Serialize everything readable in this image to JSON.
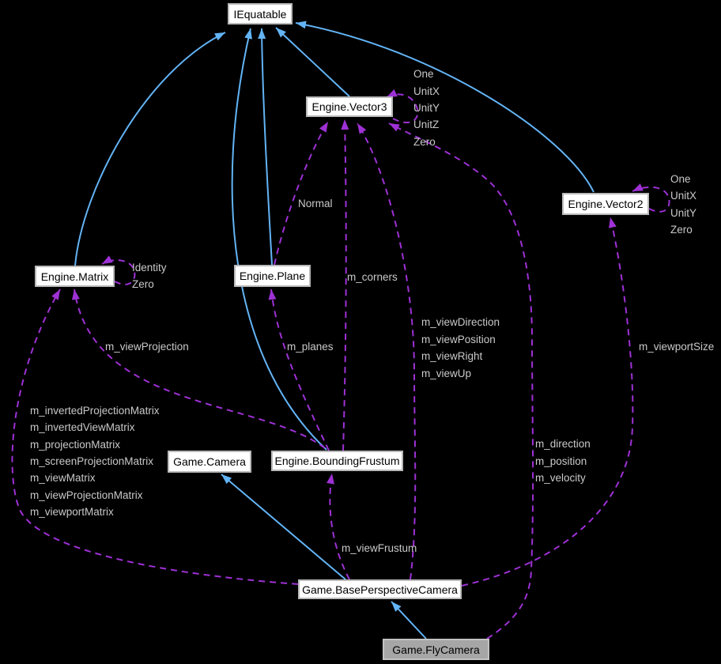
{
  "diagram": {
    "title": "Game.FlyCamera collaboration graph",
    "colors": {
      "background": "#000000",
      "inheritance_arrow": "#63b4f6",
      "usage_arrow": "#9e31d5",
      "edge_label_text": "#c9c9c9",
      "node_fill": "#ffffff",
      "node_border": "#b9b9b9",
      "node_text": "#000000",
      "focus_node_fill": "#a6a6a6"
    },
    "nodes": {
      "iequatable": {
        "label": "IEquatable"
      },
      "vector3": {
        "label": "Engine.Vector3"
      },
      "vector2": {
        "label": "Engine.Vector2"
      },
      "matrix": {
        "label": "Engine.Matrix"
      },
      "plane": {
        "label": "Engine.Plane"
      },
      "camera": {
        "label": "Game.Camera"
      },
      "boundingfrustum": {
        "label": "Engine.BoundingFrustum"
      },
      "baseperspectivecamera": {
        "label": "Game.BasePerspectiveCamera"
      },
      "flycamera": {
        "label": "Game.FlyCamera"
      }
    },
    "edge_labels": {
      "vector3_self": [
        "One",
        "UnitX",
        "UnitY",
        "UnitZ",
        "Zero"
      ],
      "vector2_self": [
        "One",
        "UnitX",
        "UnitY",
        "Zero"
      ],
      "matrix_self": [
        "Identity",
        "Zero"
      ],
      "plane_to_vector3": "Normal",
      "boundingfrustum_to_vector3": "m_corners",
      "boundingfrustum_to_plane": "m_planes",
      "boundingfrustum_to_matrix": "m_viewProjection",
      "basecamera_to_vector3": [
        "m_viewDirection",
        "m_viewPosition",
        "m_viewRight",
        "m_viewUp"
      ],
      "basecamera_to_matrix": [
        "m_invertedProjectionMatrix",
        "m_invertedViewMatrix",
        "m_projectionMatrix",
        "m_screenProjectionMatrix",
        "m_viewMatrix",
        "m_viewProjectionMatrix",
        "m_viewportMatrix"
      ],
      "basecamera_to_boundingfrustum": "m_viewFrustum",
      "basecamera_to_vector2": "m_viewportSize",
      "flycamera_to_vector3": [
        "m_direction",
        "m_position",
        "m_velocity"
      ]
    }
  }
}
